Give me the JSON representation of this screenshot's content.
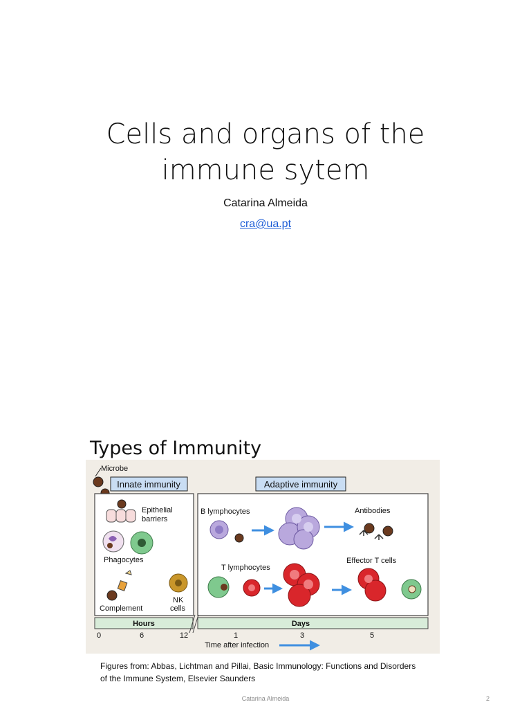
{
  "slide1": {
    "title_line1": "Cells and organs of the",
    "title_line2": "immune sytem",
    "author": "Catarina Almeida",
    "email": "cra@ua.pt"
  },
  "slide2": {
    "title": "Types of Immunity",
    "figure": {
      "microbe_label": "Microbe",
      "innate_heading": "Innate immunity",
      "adaptive_heading": "Adaptive immunity",
      "epithelial_label_1": "Epithelial",
      "epithelial_label_2": "barriers",
      "phagocytes_label": "Phagocytes",
      "complement_label": "Complement",
      "nk_label_1": "NK",
      "nk_label_2": "cells",
      "b_lymph_label": "B lymphocytes",
      "antibodies_label": "Antibodies",
      "t_lymph_label": "T lymphocytes",
      "effector_label": "Effector T cells",
      "hours_label": "Hours",
      "days_label": "Days",
      "tick_0": "0",
      "tick_6": "6",
      "tick_12": "12",
      "tick_1": "1",
      "tick_3": "3",
      "tick_5": "5",
      "time_label": "Time after infection"
    },
    "caption": "Figures from: Abbas, Lichtman and Pillai, Basic Immunology: Functions and Disorders of the Immune System, Elsevier Saunders",
    "footer_name": "Catarina Almeida",
    "page_number": "2"
  },
  "colors": {
    "link": "#1a5bd6",
    "box_blue": "#c9ddf3",
    "time_bar": "#d8ecd9",
    "b_cell": "#b9a8dd",
    "t_cell": "#d9262b",
    "phagocyte_green": "#7fc98e",
    "nk_gold": "#c9962a",
    "arrow_blue": "#3f8fe0"
  }
}
